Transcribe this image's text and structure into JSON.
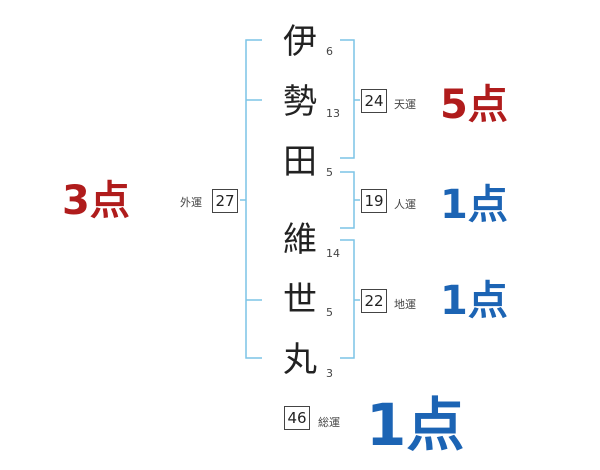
{
  "name": {
    "characters": [
      {
        "char": "伊",
        "strokes": "6"
      },
      {
        "char": "勢",
        "strokes": "13"
      },
      {
        "char": "田",
        "strokes": "5"
      },
      {
        "char": "維",
        "strokes": "14"
      },
      {
        "char": "世",
        "strokes": "5"
      },
      {
        "char": "丸",
        "strokes": "3"
      }
    ]
  },
  "fortunes": {
    "heaven": {
      "label": "天運",
      "value": "24",
      "score": "5点"
    },
    "person": {
      "label": "人運",
      "value": "19",
      "score": "1点"
    },
    "earth": {
      "label": "地運",
      "value": "22",
      "score": "1点"
    },
    "outer": {
      "label": "外運",
      "value": "27",
      "score": "3点"
    },
    "total": {
      "label": "総運",
      "value": "46",
      "score": "1点"
    }
  },
  "colors": {
    "bracket": "#7cc4e6",
    "score_red": "#b01c1c",
    "score_blue": "#1c64b4"
  }
}
